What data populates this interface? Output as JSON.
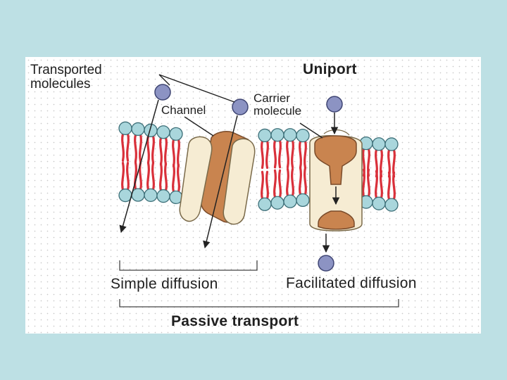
{
  "diagram": {
    "title": "Uniport",
    "labels": {
      "transported_molecules": "Transported\nmolecules",
      "channel": "Channel",
      "carrier_molecule": "Carrier\nmolecule",
      "simple_diffusion": "Simple diffusion",
      "facilitated_diffusion": "Facilitated diffusion",
      "passive_transport": "Passive transport"
    },
    "colors": {
      "background": "#bde0e4",
      "head_group": "#a9d6dc",
      "tail": "#d9303a",
      "protein_cream": "#f6ecd3",
      "protein_tan": "#c9844f",
      "molecule": "#8c93c3"
    }
  }
}
